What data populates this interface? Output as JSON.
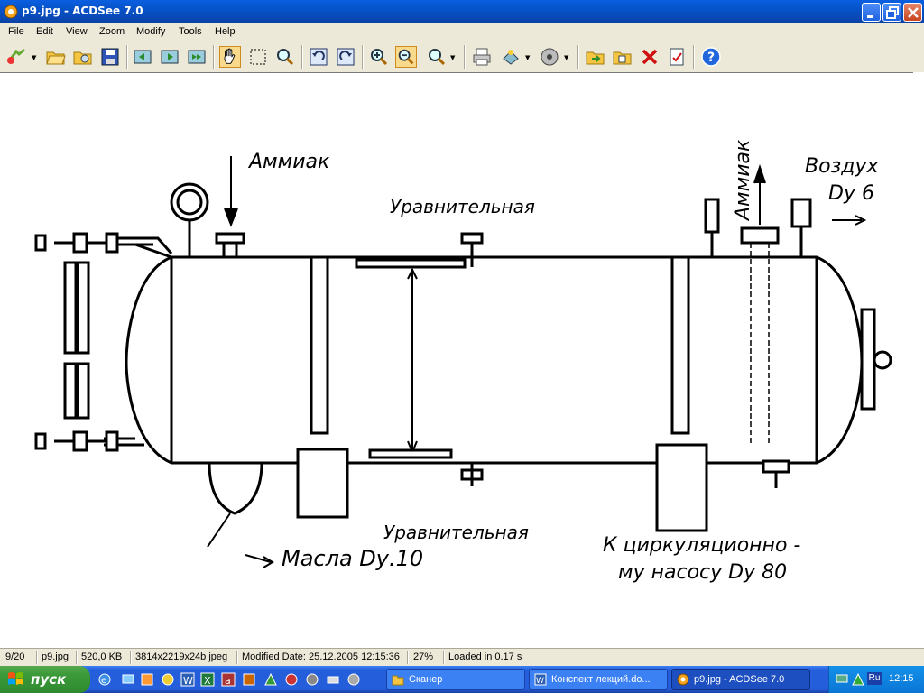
{
  "window": {
    "title": "p9.jpg - ACDSee 7.0"
  },
  "menu": [
    "File",
    "Edit",
    "View",
    "Zoom",
    "Modify",
    "Tools",
    "Help"
  ],
  "toolbar": {
    "icons": [
      "acquire-icon",
      "open-folder-icon",
      "browse-icon",
      "save-icon",
      "previous-image-icon",
      "next-image-icon",
      "auto-advance-icon",
      "hand-pan-icon",
      "select-icon",
      "zoom-tool-icon",
      "rotate-left-icon",
      "rotate-right-icon",
      "zoom-in-icon",
      "zoom-out-icon",
      "zoom-menu-icon",
      "print-icon",
      "share-icon",
      "audio-icon",
      "move-to-icon",
      "copy-to-icon",
      "delete-icon",
      "properties-icon",
      "help-icon"
    ]
  },
  "image": {
    "labels": {
      "ammonia_in": "Аммиак",
      "equalizing_top": "Уравнительная",
      "ammonia_out": "Аммиак",
      "air": "Воздух",
      "air_size": "Dу 6",
      "equalizing_bottom": "Уравнительная",
      "oil": "Масла Dу.10",
      "pump_line1": "К циркуляционно -",
      "pump_line2": "му насосу Dу 80"
    }
  },
  "status": {
    "index": "9/20",
    "filename": "p9.jpg",
    "filesize": "520,0 KB",
    "dimensions": "3814x2219x24b jpeg",
    "modified": "Modified Date: 25.12.2005 12:15:36",
    "zoom": "27%",
    "load_time": "Loaded in 0.17 s"
  },
  "taskbar": {
    "start_label": "пуск",
    "tasks": [
      {
        "label": "Сканер",
        "active": false
      },
      {
        "label": "Конспект лекций.do...",
        "active": false
      },
      {
        "label": "p9.jpg - ACDSee 7.0",
        "active": true
      }
    ],
    "language": "Ru",
    "clock": "12:15"
  },
  "colors": {
    "title_bar": "#0a5fe0",
    "chrome": "#ece9d8",
    "taskbar": "#245edb",
    "start": "#3c9a3a"
  }
}
